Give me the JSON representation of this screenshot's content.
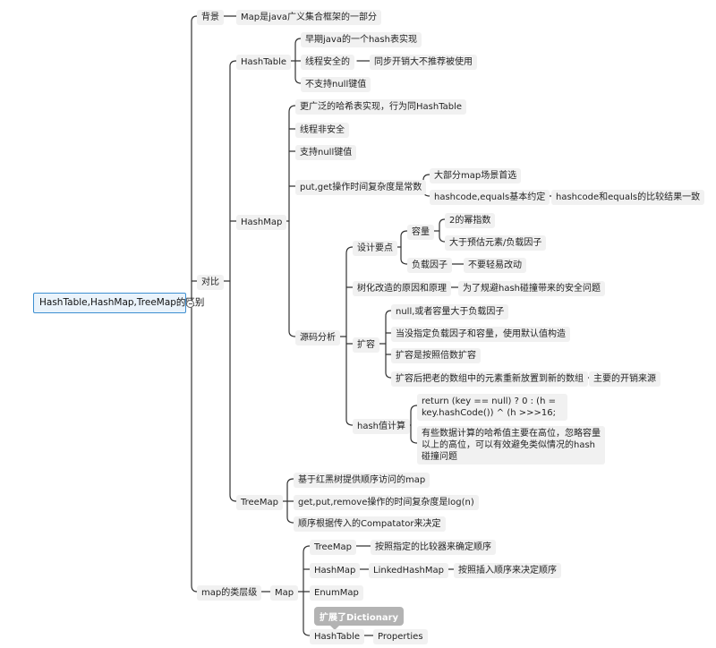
{
  "root": "HashTable,HashMap,TreeMap的区别",
  "background": {
    "label": "背景",
    "text": "Map是java广义集合框架的一部分"
  },
  "compare": {
    "label": "对比",
    "hashtable": {
      "label": "HashTable",
      "items": [
        "早期java的一个hash表实现",
        "线程安全的",
        "同步开销大不推荐被使用",
        "不支持null键值"
      ]
    },
    "hashmap": {
      "label": "HashMap",
      "items": [
        "更广泛的哈希表实现，行为同HashTable",
        "线程非安全",
        "支持null键值",
        "put,get操作时间复杂度是常数"
      ],
      "complexity_children": [
        "大部分map场景首选",
        "hashcode,equals基本约定",
        "hashcode和equals的比较结果一致"
      ],
      "source": {
        "label": "源码分析",
        "design": {
          "label": "设计要点",
          "capacity": "容量",
          "capacity_items": [
            "2的幂指数",
            "大于预估元素/负载因子"
          ],
          "load_factor": "负载因子",
          "load_factor_note": "不要轻易改动"
        },
        "treeify": {
          "label": "树化改造的原因和原理",
          "note": "为了规避hash碰撞带来的安全问题"
        },
        "resize": {
          "label": "扩容",
          "items": [
            "null,或者容量大于负载因子",
            "当没指定负载因子和容量，使用默认值构造",
            "扩容是按照倍数扩容",
            "扩容后把老的数组中的元素重新放置到新的数组"
          ],
          "note": "主要的开销来源"
        },
        "hashcalc": {
          "label": "hash值计算",
          "code": "return (key == null) ? 0 : (h = key.hashCode()) ^ (h >>>16;",
          "note": "有些数据计算的哈希值主要在高位，忽略容量以上的高位，可以有效避免类似情况的hash碰撞问题"
        }
      }
    },
    "treemap": {
      "label": "TreeMap",
      "items": [
        "基于红黑树提供顺序访问的map",
        "get,put,remove操作的时间复杂度是log(n)",
        "顺序根据传入的Compatator来决定"
      ]
    }
  },
  "hierarchy": {
    "label": "map的类层级",
    "map": "Map",
    "treemap": "TreeMap",
    "treemap_note": "按照指定的比较器来确定顺序",
    "hashmap": "HashMap",
    "linked": "LinkedHashMap",
    "linked_note": "按照插入顺序来决定顺序",
    "enummap": "EnumMap",
    "tag": "扩展了Dictionary",
    "hashtable": "HashTable",
    "properties": "Properties"
  },
  "colors": {
    "line": "#333333",
    "node_bg": "#f1f1f1",
    "root_border": "#3d8fd1",
    "root_bg": "#eaf3fb",
    "tag_bg": "#b3b3b3"
  }
}
